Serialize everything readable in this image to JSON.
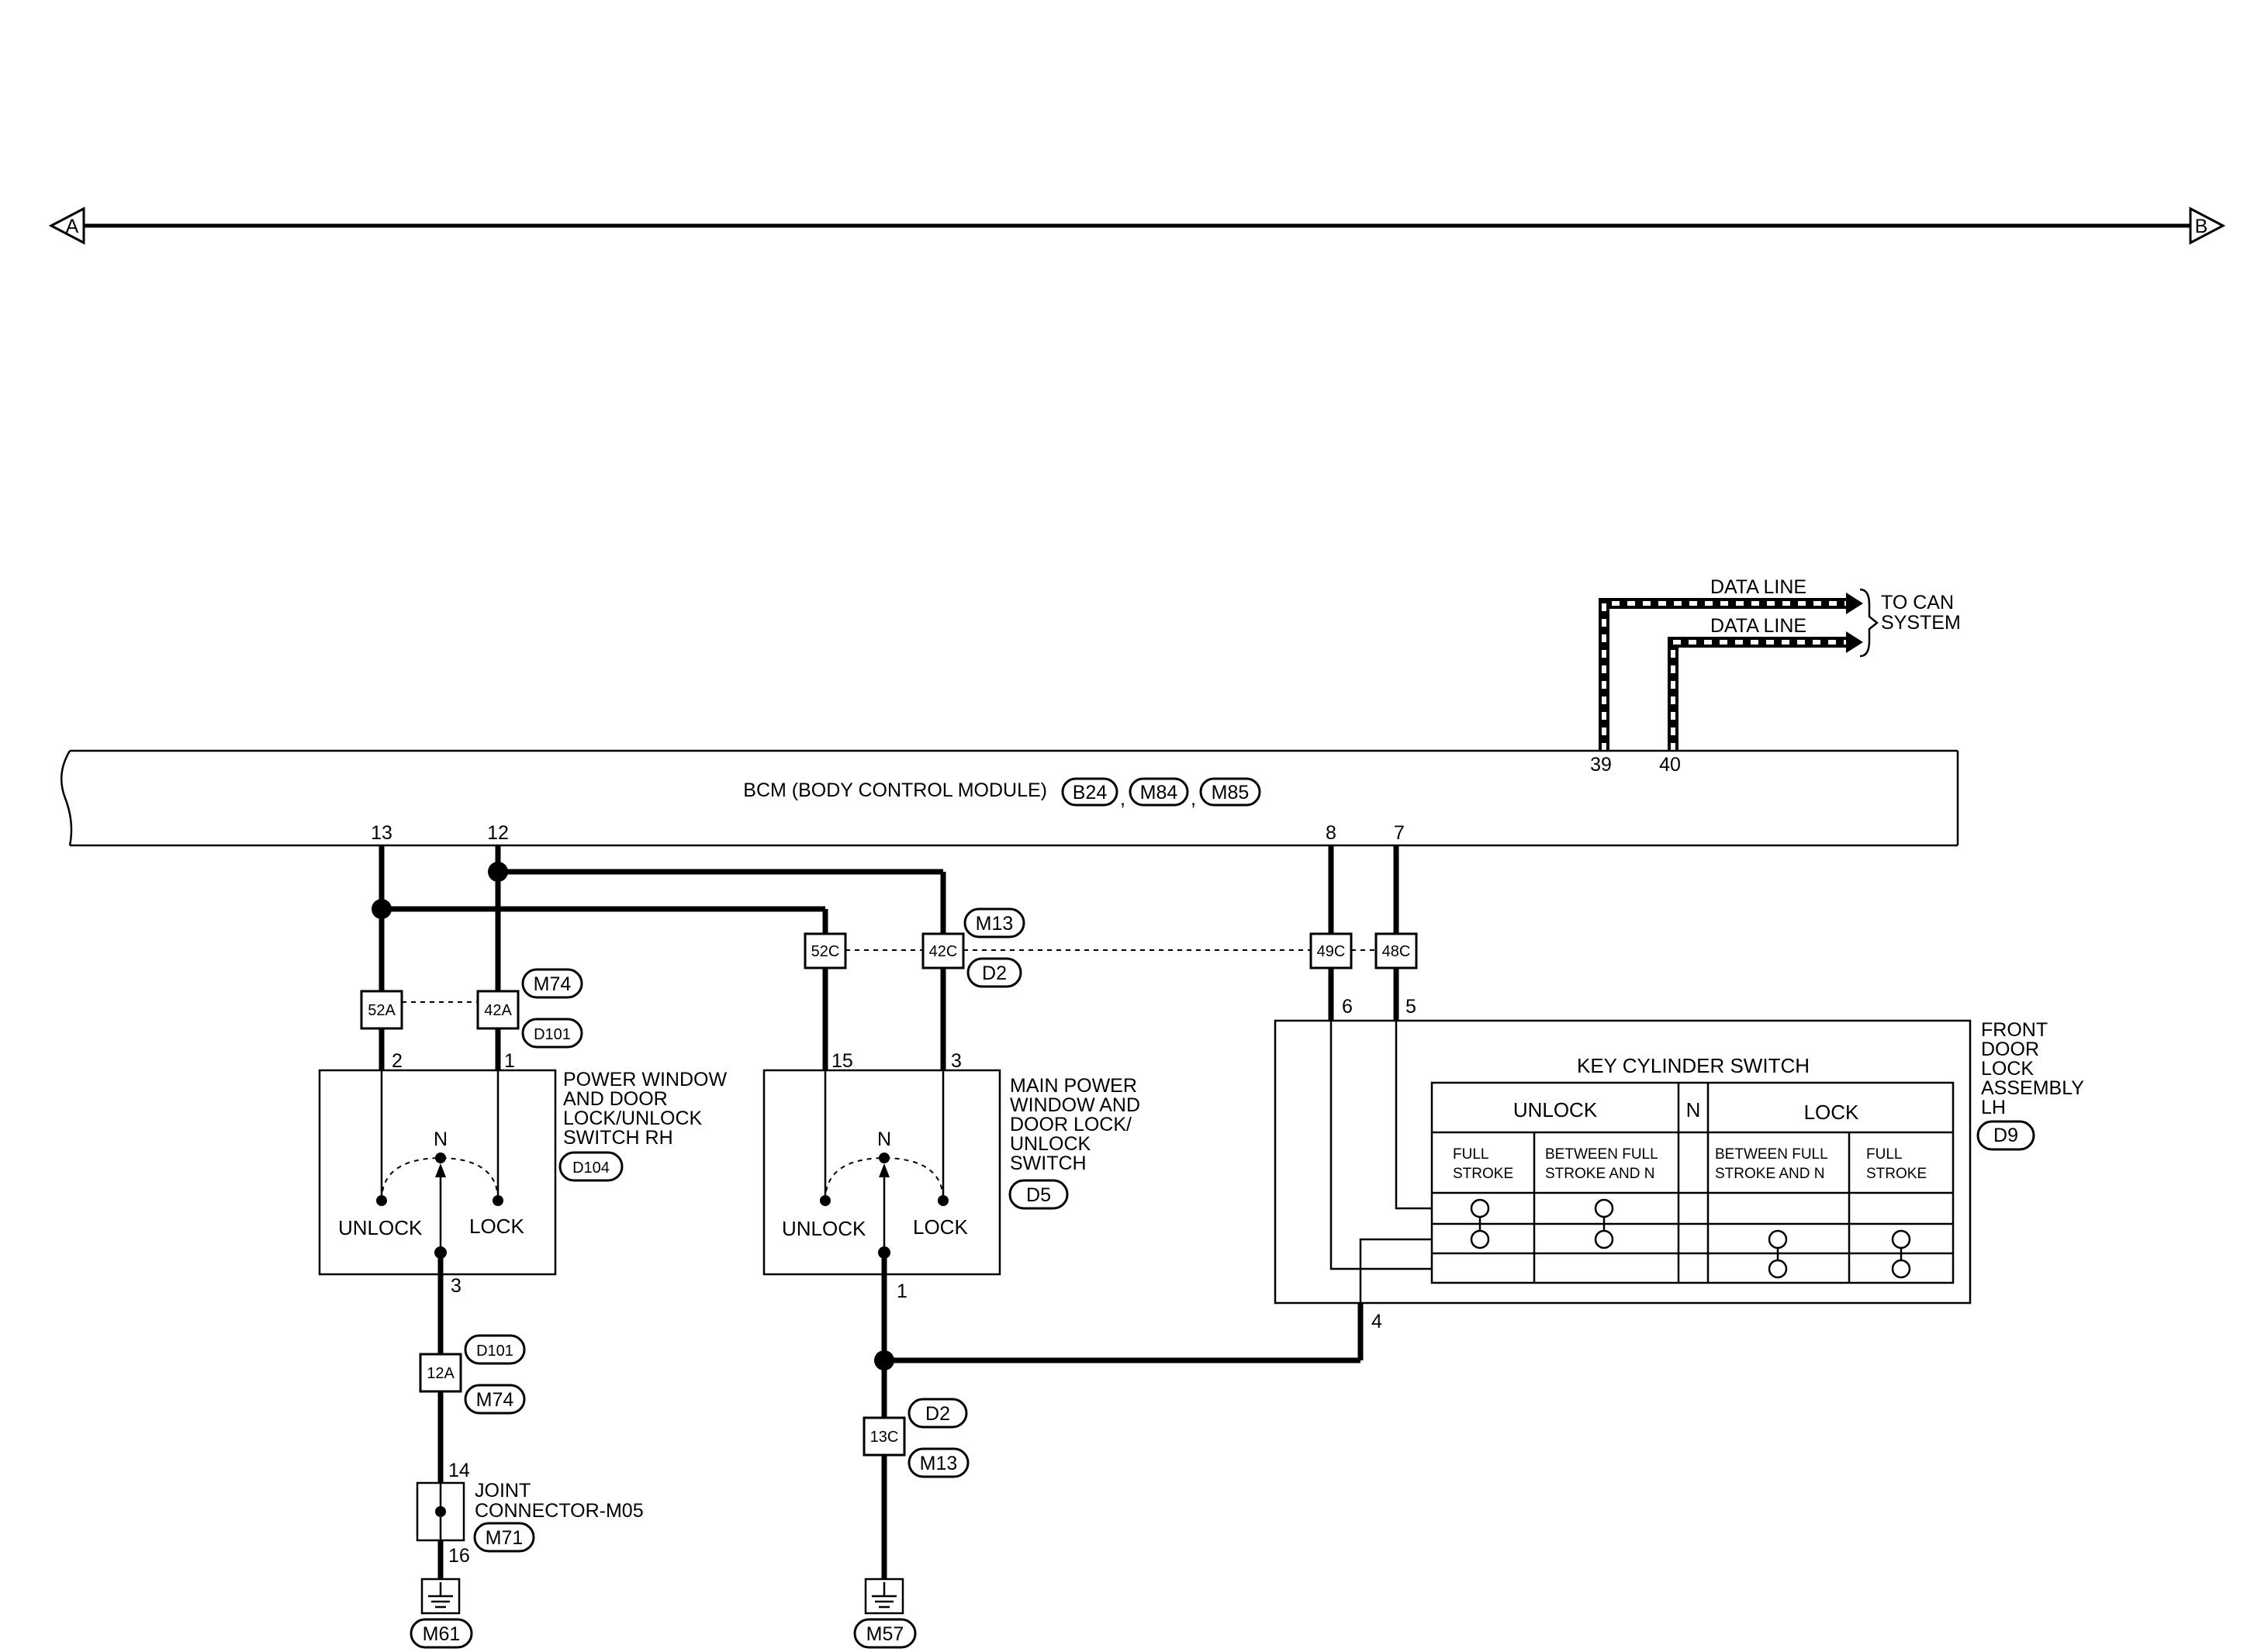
{
  "markers": {
    "left": "A",
    "right": "B"
  },
  "can": {
    "data_line_1": "DATA LINE",
    "data_line_2": "DATA LINE",
    "to_can_1": "TO CAN",
    "to_can_2": "SYSTEM"
  },
  "bcm": {
    "label": "BCM (BODY CONTROL MODULE)",
    "connectors": [
      "B24",
      "M84",
      "M85"
    ],
    "pins": {
      "p39": "39",
      "p40": "40",
      "p13": "13",
      "p12": "12",
      "p8": "8",
      "p7": "7"
    }
  },
  "connectors": {
    "c52a": "52A",
    "c42a": "42A",
    "c52c": "52C",
    "c42c": "42C",
    "c49c": "49C",
    "c48c": "48C",
    "c12a": "12A",
    "c13c": "13C",
    "m74_upper": "M74",
    "d101_upper": "D101",
    "m13_upper": "M13",
    "d2_upper": "D2",
    "d101_lower": "D101",
    "m74_lower": "M74",
    "d2_lower": "D2",
    "m13_lower": "M13"
  },
  "rh_switch": {
    "name_lines": [
      "POWER WINDOW",
      "AND DOOR",
      "LOCK/UNLOCK",
      "SWITCH RH"
    ],
    "connector": "D104",
    "pins": {
      "p2": "2",
      "p1": "1",
      "p3": "3"
    },
    "n": "N",
    "unlock": "UNLOCK",
    "lock": "LOCK"
  },
  "main_switch": {
    "name_lines": [
      "MAIN POWER",
      "WINDOW AND",
      "DOOR LOCK/",
      "UNLOCK",
      "SWITCH"
    ],
    "connector": "D5",
    "pins": {
      "p15": "15",
      "p3": "3",
      "p1": "1"
    },
    "n": "N",
    "unlock": "UNLOCK",
    "lock": "LOCK"
  },
  "front_door": {
    "name_lines": [
      "FRONT",
      "DOOR",
      "LOCK",
      "ASSEMBLY",
      "LH"
    ],
    "connector": "D9",
    "pins": {
      "p6": "6",
      "p5": "5",
      "p4": "4"
    },
    "key_cylinder_title": "KEY CYLINDER SWITCH",
    "unlock": "UNLOCK",
    "n": "N",
    "lock": "LOCK",
    "col_full_stroke_1": [
      "FULL",
      "STROKE"
    ],
    "col_between_1": [
      "BETWEEN FULL",
      "STROKE AND N"
    ],
    "col_between_2": [
      "BETWEEN FULL",
      "STROKE AND N"
    ],
    "col_full_stroke_2": [
      "FULL",
      "STROKE"
    ]
  },
  "joint": {
    "name_lines": [
      "JOINT",
      "CONNECTOR-M05"
    ],
    "connector": "M71",
    "pins": {
      "p14": "14",
      "p16": "16"
    }
  },
  "grounds": {
    "g1": "M61",
    "g2": "M57"
  }
}
